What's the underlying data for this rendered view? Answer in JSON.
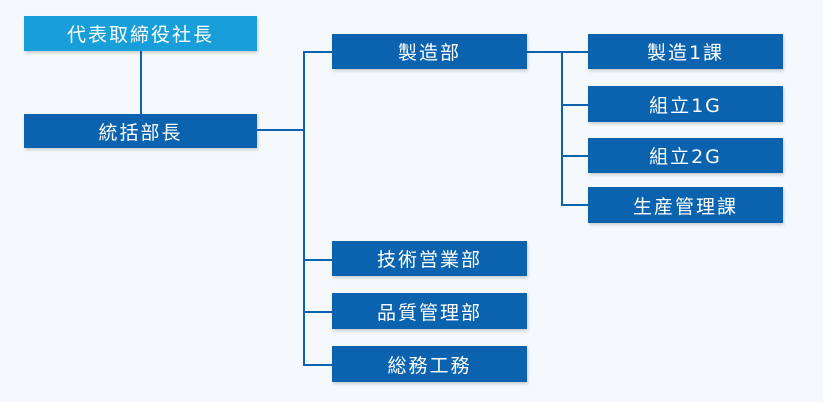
{
  "colors": {
    "primary": "#0b63b0",
    "accent": "#189fd9"
  },
  "org": {
    "president": "代表取締役社長",
    "general_manager": "統括部長",
    "departments": {
      "manufacturing": "製造部",
      "technical_sales": "技術営業部",
      "quality_control": "品質管理部",
      "general_affairs": "総務工務"
    },
    "sections": {
      "manufacturing_1": "製造1課",
      "assembly_1g": "組立1G",
      "assembly_2g": "組立2G",
      "production_control": "生産管理課"
    }
  }
}
